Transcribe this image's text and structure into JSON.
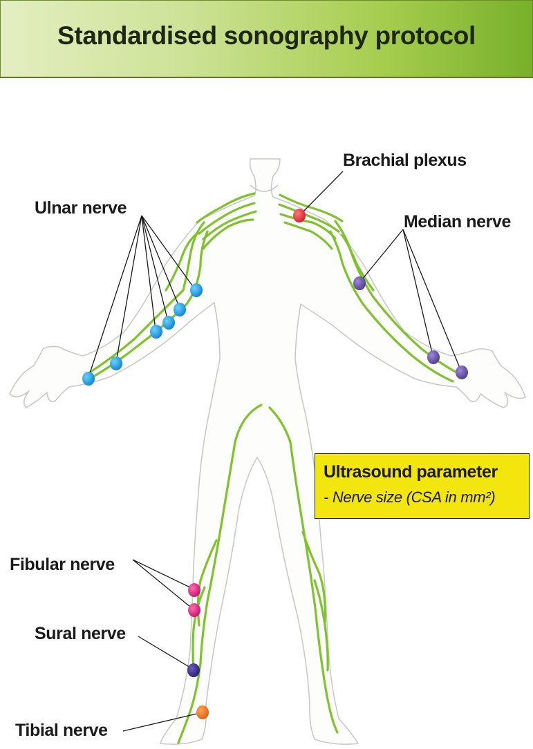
{
  "header": {
    "title": "Standardised sonography protocol"
  },
  "labels": {
    "brachial_plexus": "Brachial plexus",
    "ulnar_nerve": "Ulnar nerve",
    "median_nerve": "Median nerve",
    "fibular_nerve": "Fibular nerve",
    "sural_nerve": "Sural nerve",
    "tibial_nerve": "Tibial nerve"
  },
  "parameter_box": {
    "title": "Ultrasound parameter",
    "item": "- Nerve size (CSA in mm²)"
  },
  "colors": {
    "nerve_green": "#7ec22c",
    "ulnar_marker": "#1a9fe0",
    "median_marker": "#6a55a8",
    "brachial_marker": "#e8323c",
    "fibular_marker": "#e3207a",
    "sural_marker": "#3c2f8a",
    "tibial_marker": "#f07a1e",
    "highlight_yellow": "#f2e60c"
  }
}
